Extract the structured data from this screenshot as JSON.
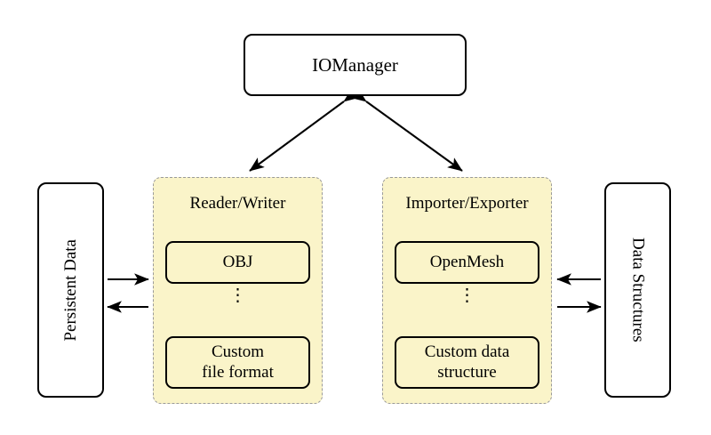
{
  "diagram": {
    "title_node": {
      "label": "IOManager"
    },
    "groups": [
      {
        "id": "reader-writer",
        "title": "Reader/Writer",
        "items": [
          {
            "label": "OBJ"
          },
          {
            "label": "Custom\nfile format",
            "line1": "Custom",
            "line2": "file format"
          }
        ],
        "ellipsis": "⋮"
      },
      {
        "id": "importer-exporter",
        "title": "Importer/Exporter",
        "items": [
          {
            "label": "OpenMesh"
          },
          {
            "label": "Custom data\nstructure",
            "line1": "Custom data",
            "line2": "structure"
          }
        ],
        "ellipsis": "⋮"
      }
    ],
    "side_boxes": [
      {
        "id": "persistent-data",
        "label": "Persistent Data",
        "orientation": "rotated-ccw",
        "side": "left"
      },
      {
        "id": "data-structures",
        "label": "Data Structures",
        "orientation": "rotated-cw",
        "side": "right"
      }
    ],
    "connections": [
      {
        "id": "manager-to-reader-writer",
        "from": "IOManager",
        "to": "Reader/Writer",
        "style": "double-headed",
        "direction": "bidirectional"
      },
      {
        "id": "manager-to-importer-exporter",
        "from": "IOManager",
        "to": "Importer/Exporter",
        "style": "double-headed",
        "direction": "bidirectional"
      },
      {
        "id": "persistent-to-reader-writer",
        "from": "Persistent Data",
        "to": "Reader/Writer",
        "style": "single-headed",
        "direction": "right"
      },
      {
        "id": "reader-writer-to-persistent",
        "from": "Reader/Writer",
        "to": "Persistent Data",
        "style": "single-headed",
        "direction": "left"
      },
      {
        "id": "structures-to-importer-exporter",
        "from": "Data Structures",
        "to": "Importer/Exporter",
        "style": "single-headed",
        "direction": "left"
      },
      {
        "id": "importer-exporter-to-structures",
        "from": "Importer/Exporter",
        "to": "Data Structures",
        "style": "single-headed",
        "direction": "right"
      }
    ],
    "colors": {
      "group_fill": "#faf4c9",
      "group_border": "#9a9a9a",
      "node_border": "#000000",
      "node_fill": "#ffffff",
      "background": "#ffffff",
      "arrow": "#000000"
    }
  }
}
